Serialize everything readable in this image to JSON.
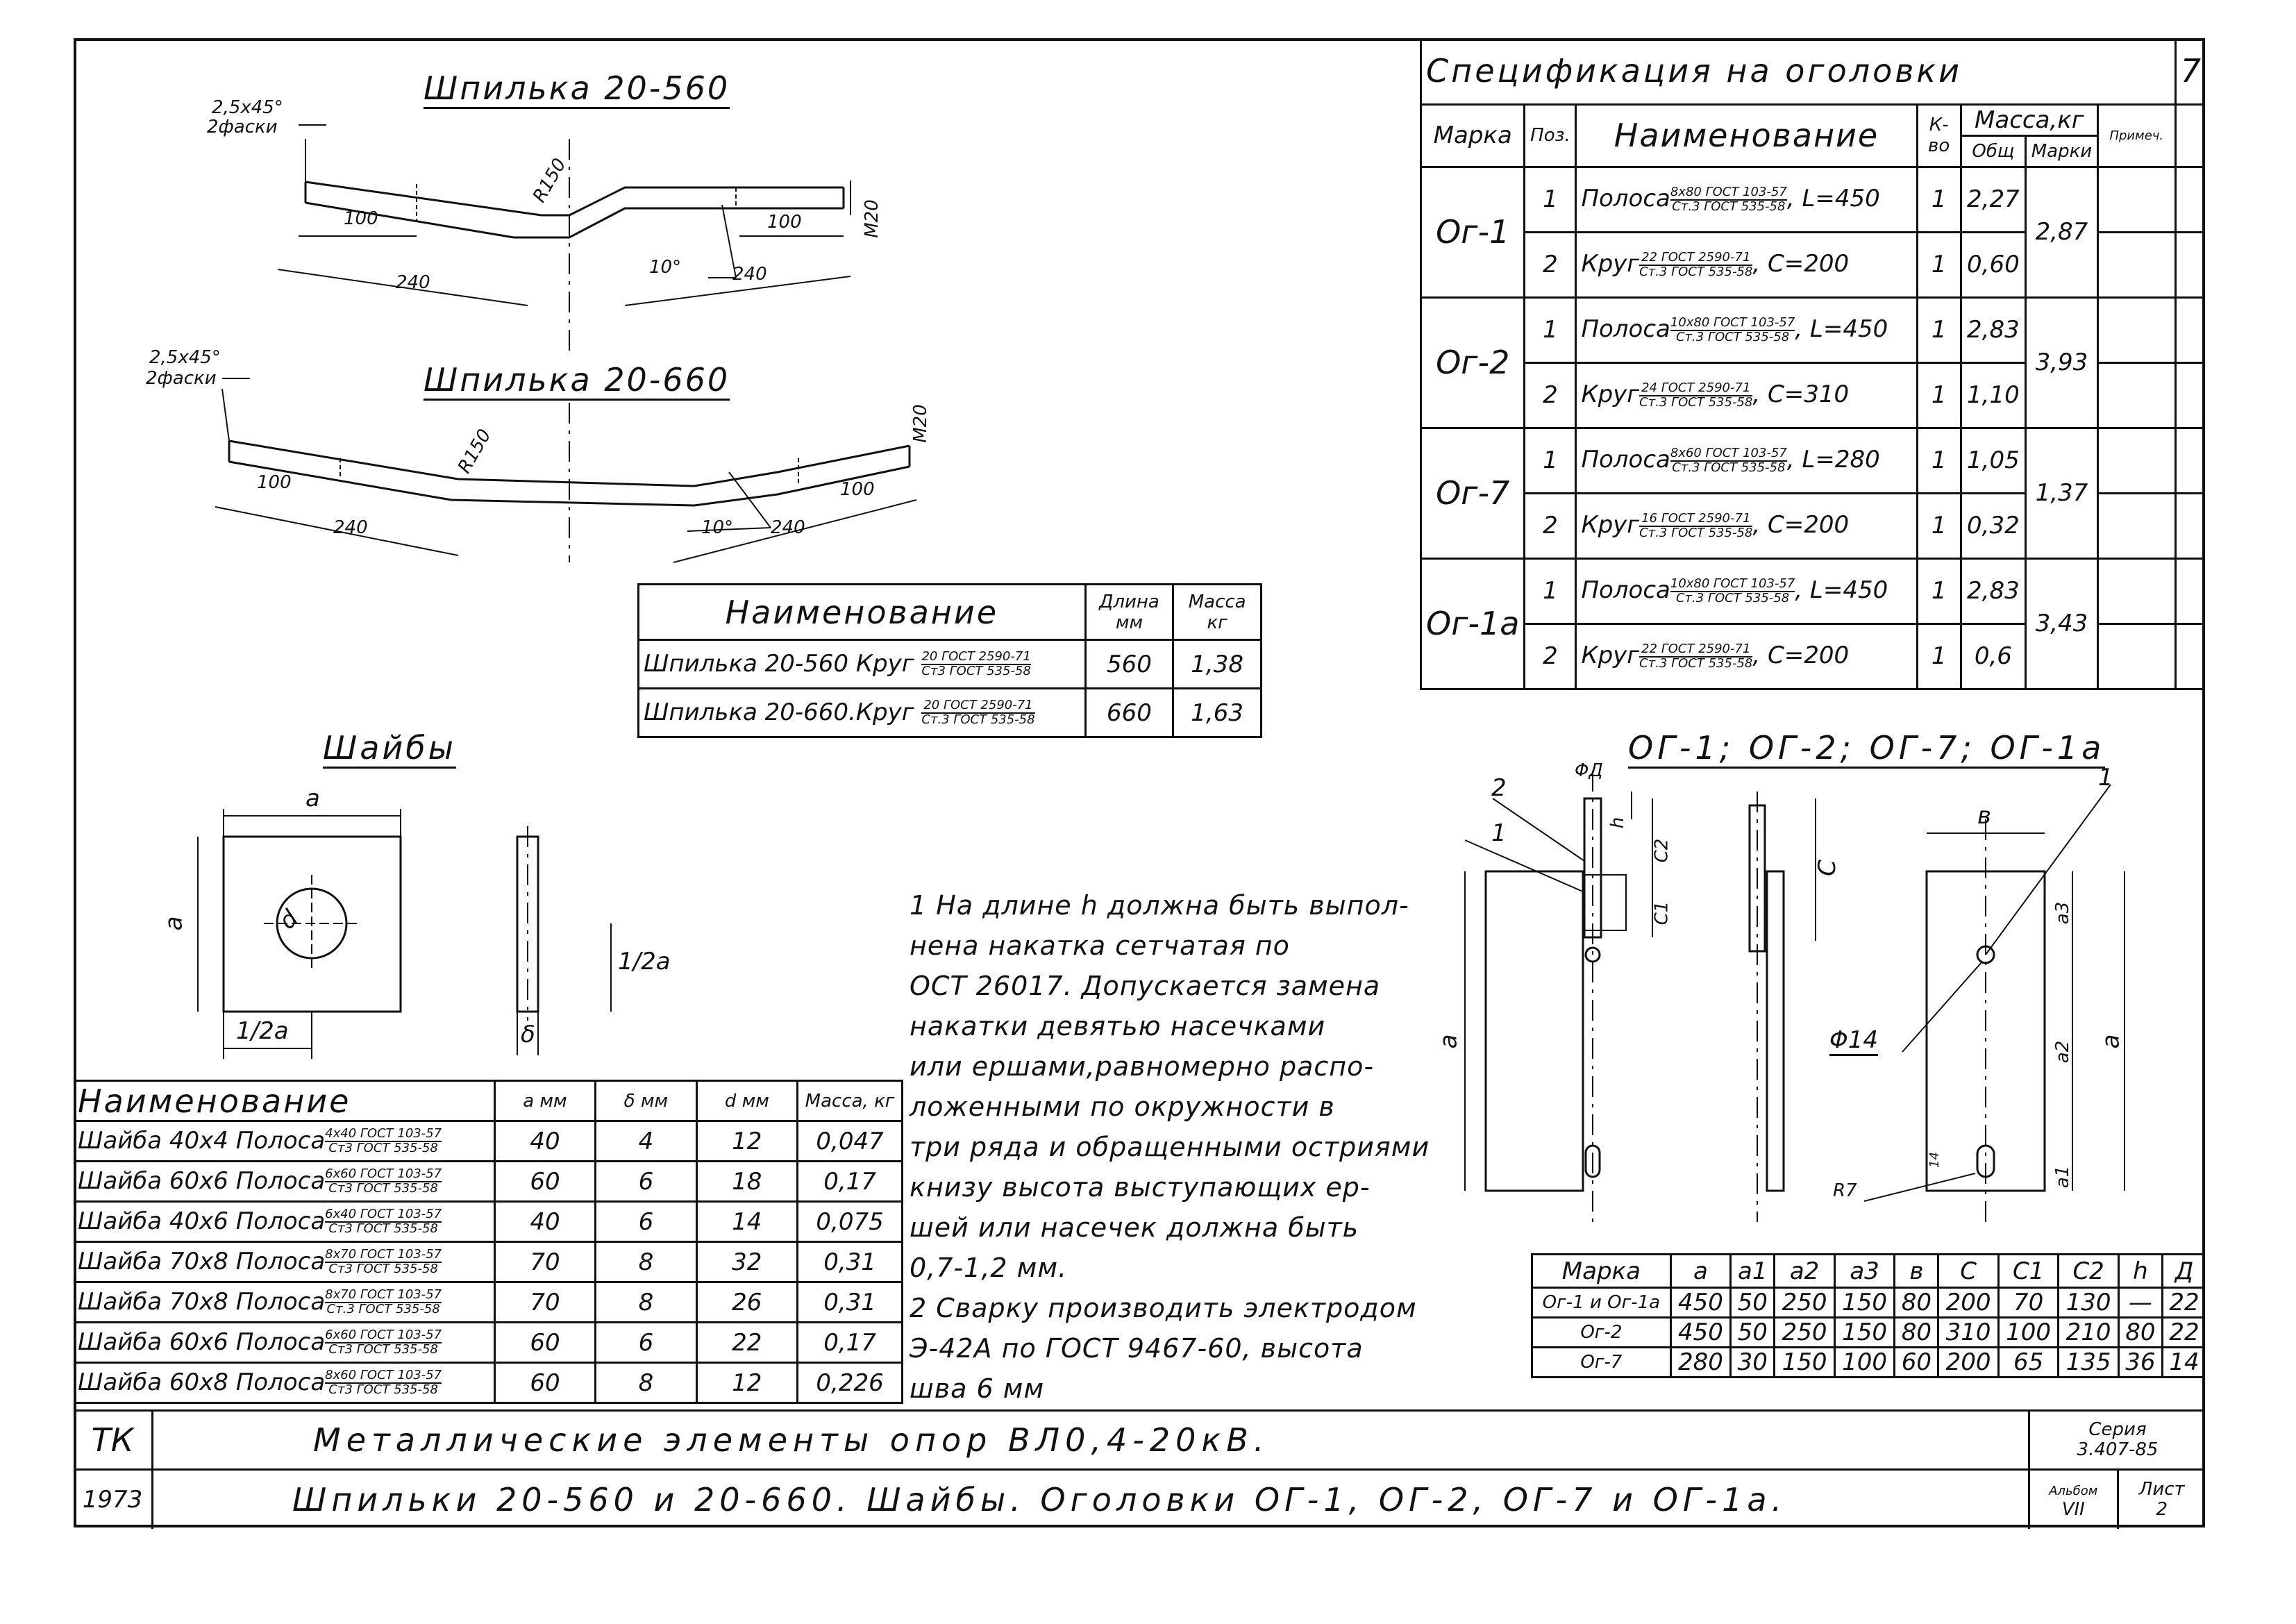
{
  "page_number": "7",
  "stud_560": {
    "title": "Шпилька 20-560",
    "chamfer": "2,5х45°",
    "chamfer_note": "2фаски",
    "radius": "R150",
    "len_100a": "100",
    "len_240a": "240",
    "angle": "10°",
    "len_100b": "100",
    "len_240b": "240",
    "thread": "M20"
  },
  "stud_660": {
    "title": "Шпилька 20-660",
    "chamfer": "2,5х45°",
    "chamfer_note": "2фаски",
    "radius": "R150",
    "len_100a": "100",
    "len_240a": "240",
    "angle": "10°",
    "len_100b": "100",
    "len_240b": "240",
    "thread": "M20"
  },
  "stud_table": {
    "headers": [
      "Наименование",
      "Длина мм",
      "Масса кг"
    ],
    "rows": [
      {
        "name": "Шпилька 20-560 Круг",
        "spec_top": "20 ГОСТ 2590-71",
        "spec_bottom": "Ст3 ГОСТ 535-58",
        "length": "560",
        "mass": "1,38"
      },
      {
        "name": "Шпилька 20-660.Круг",
        "spec_top": "20 ГОСТ 2590-71",
        "spec_bottom": "Ст.3 ГОСТ 535-58",
        "length": "660",
        "mass": "1,63"
      }
    ]
  },
  "washers": {
    "title": "Шайбы",
    "dim_a": "a",
    "dim_half_a": "1/2a",
    "dim_half_a_side": "1/2a",
    "dim_d": "d",
    "dim_delta": "δ"
  },
  "washer_table": {
    "headers": [
      "Наименование",
      "a мм",
      "δ мм",
      "d мм",
      "Масса, кг"
    ],
    "rows": [
      {
        "name": "Шайба 40х4 Полоса",
        "spec_top": "4х40 ГОСТ 103-57",
        "spec_bottom": "Ст3 ГОСТ 535-58",
        "a": "40",
        "delta": "4",
        "d": "12",
        "mass": "0,047"
      },
      {
        "name": "Шайба 60х6 Полоса",
        "spec_top": "6х60 ГОСТ 103-57",
        "spec_bottom": "Ст3 ГОСТ 535-58",
        "a": "60",
        "delta": "6",
        "d": "18",
        "mass": "0,17"
      },
      {
        "name": "Шайба 40х6 Полоса",
        "spec_top": "6х40 ГОСТ 103-57",
        "spec_bottom": "Ст3 ГОСТ 535-58",
        "a": "40",
        "delta": "6",
        "d": "14",
        "mass": "0,075"
      },
      {
        "name": "Шайба 70х8 Полоса",
        "spec_top": "8х70 ГОСТ 103-57",
        "spec_bottom": "Ст3 ГОСТ 535-58",
        "a": "70",
        "delta": "8",
        "d": "32",
        "mass": "0,31"
      },
      {
        "name": "Шайба 70х8 Полоса",
        "spec_top": "8х70 ГОСТ 103-57",
        "spec_bottom": "Ст.3 ГОСТ 535-58",
        "a": "70",
        "delta": "8",
        "d": "26",
        "mass": "0,31"
      },
      {
        "name": "Шайба 60х6 Полоса",
        "spec_top": "6х60 ГОСТ 103-57",
        "spec_bottom": "Ст3 ГОСТ 535-58",
        "a": "60",
        "delta": "6",
        "d": "22",
        "mass": "0,17"
      },
      {
        "name": "Шайба 60х8 Полоса",
        "spec_top": "8х60 ГОСТ 103-57",
        "spec_bottom": "Ст3 ГОСТ 535-58",
        "a": "60",
        "delta": "8",
        "d": "12",
        "mass": "0,226"
      }
    ]
  },
  "spec_table": {
    "title": "Спецификация на оголовки",
    "headers": {
      "mark": "Марка",
      "pos": "Поз.",
      "name": "Наименование",
      "qty": "К-во",
      "mass": "Масса,кг",
      "mass_total": "Общ",
      "mass_mark": "Марки",
      "note": "Примеч."
    },
    "groups": [
      {
        "mark": "Ог-1",
        "mark_mass": "2,87",
        "rows": [
          {
            "pos": "1",
            "material": "Полоса",
            "spec_top": "8х80 ГОСТ 103-57",
            "spec_bottom": "Ст.3 ГОСТ 535-58",
            "param": "L=450",
            "qty": "1",
            "mass": "2,27"
          },
          {
            "pos": "2",
            "material": "Круг",
            "spec_top": "22 ГОСТ 2590-71",
            "spec_bottom": "Ст.3 ГОСТ 535-58",
            "param": "C=200",
            "qty": "1",
            "mass": "0,60"
          }
        ]
      },
      {
        "mark": "Ог-2",
        "mark_mass": "3,93",
        "rows": [
          {
            "pos": "1",
            "material": "Полоса",
            "spec_top": "10х80 ГОСТ 103-57",
            "spec_bottom": "Ст.3 ГОСТ 535-58",
            "param": "L=450",
            "qty": "1",
            "mass": "2,83"
          },
          {
            "pos": "2",
            "material": "Круг",
            "spec_top": "24 ГОСТ 2590-71",
            "spec_bottom": "Ст.3 ГОСТ 535-58",
            "param": "C=310",
            "qty": "1",
            "mass": "1,10"
          }
        ]
      },
      {
        "mark": "Ог-7",
        "mark_mass": "1,37",
        "rows": [
          {
            "pos": "1",
            "material": "Полоса",
            "spec_top": "8х60 ГОСТ 103-57",
            "spec_bottom": "Ст.3 ГОСТ 535-58",
            "param": "L=280",
            "qty": "1",
            "mass": "1,05"
          },
          {
            "pos": "2",
            "material": "Круг",
            "spec_top": "16 ГОСТ 2590-71",
            "spec_bottom": "Ст.3 ГОСТ 535-58",
            "param": "C=200",
            "qty": "1",
            "mass": "0,32"
          }
        ]
      },
      {
        "mark": "Ог-1а",
        "mark_mass": "3,43",
        "rows": [
          {
            "pos": "1",
            "material": "Полоса",
            "spec_top": "10х80 ГОСТ 103-57",
            "spec_bottom": "Ст.3 ГОСТ 535-58",
            "param": "L=450",
            "qty": "1",
            "mass": "2,83"
          },
          {
            "pos": "2",
            "material": "Круг",
            "spec_top": "22 ГОСТ 2590-71",
            "spec_bottom": "Ст.3 ГОСТ 535-58",
            "param": "C=200",
            "qty": "1",
            "mass": "0,6"
          }
        ]
      }
    ]
  },
  "headpiece": {
    "title": "ОГ-1; ОГ-2; ОГ-7; ОГ-1а",
    "label_2": "2",
    "label_1": "1",
    "label_1b": "1",
    "phi_d": "ΦД",
    "h": "h",
    "c2": "C2",
    "c1": "C1",
    "c": "C",
    "a": "a",
    "a_right": "a",
    "b": "в",
    "a1": "a1",
    "a2": "a2",
    "a3": "a3",
    "phi14": "Φ14",
    "r7": "R7",
    "dim_14": "14"
  },
  "notes": [
    "1 На длине h должна быть выпол-",
    "нена накатка сетчатая по",
    "ОСТ 26017. Допускается замена",
    "накатки девятью насечками",
    "или ершами,равномерно распо-",
    "ложенными по окружности в",
    "три ряда и обращенными остриями",
    "книзу высота выступающих ер-",
    "шей или насечек должна быть",
    "0,7-1,2 мм.",
    "2 Сварку производить электродом",
    "Э-42А по ГОСТ 9467-60, высота",
    "шва 6 мм"
  ],
  "dims_table": {
    "headers": [
      "Марка",
      "a",
      "a1",
      "a2",
      "a3",
      "в",
      "C",
      "C1",
      "C2",
      "h",
      "Д"
    ],
    "rows": [
      [
        "Ог-1 и Ог-1а",
        "450",
        "50",
        "250",
        "150",
        "80",
        "200",
        "70",
        "130",
        "—",
        "22"
      ],
      [
        "Ог-2",
        "450",
        "50",
        "250",
        "150",
        "80",
        "310",
        "100",
        "210",
        "80",
        "22"
      ],
      [
        "Ог-7",
        "280",
        "30",
        "150",
        "100",
        "60",
        "200",
        "65",
        "135",
        "36",
        "14"
      ]
    ]
  },
  "title_block": {
    "org": "ТК",
    "year": "1973",
    "line1": "Металлические элементы опор ВЛ0,4-20кВ.",
    "line2": "Шпильки 20-560 и 20-660. Шайбы. Оголовки ОГ-1, ОГ-2, ОГ-7 и ОГ-1а.",
    "series_label": "Серия",
    "series": "3.407-85",
    "album_label": "Альбом",
    "album": "VII",
    "sheet_label": "Лист",
    "sheet": "2"
  }
}
